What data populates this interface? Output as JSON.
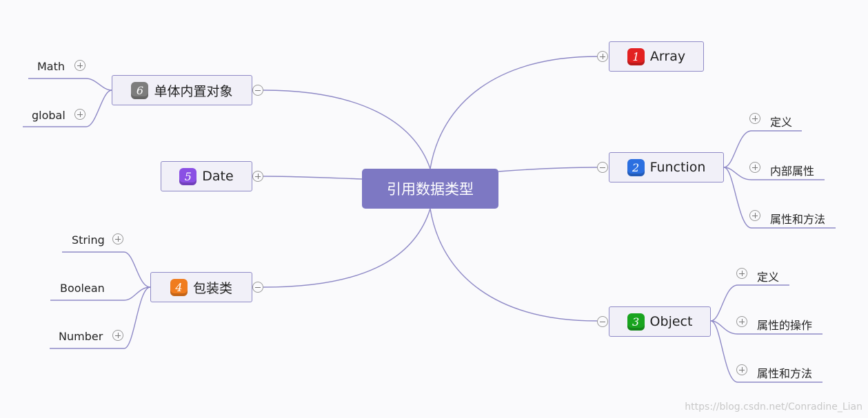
{
  "center": {
    "label": "引用数据类型"
  },
  "branches": [
    {
      "id": "array",
      "num": "1",
      "color": "#e32121",
      "label": "Array",
      "children": []
    },
    {
      "id": "function",
      "num": "2",
      "color": "#2b6fe0",
      "label": "Function",
      "children": [
        "定义",
        "内部属性",
        "属性和方法"
      ]
    },
    {
      "id": "object",
      "num": "3",
      "color": "#19a41f",
      "label": "Object",
      "children": [
        "定义",
        "属性的操作",
        "属性和方法"
      ]
    },
    {
      "id": "wrapper",
      "num": "4",
      "color": "#f07c1e",
      "label": "包装类",
      "children": [
        "String",
        "Boolean",
        "Number"
      ]
    },
    {
      "id": "date",
      "num": "5",
      "color": "#8a4fe4",
      "label": "Date",
      "children": []
    },
    {
      "id": "singleton",
      "num": "6",
      "color": "#7d7d7d",
      "label": "单体内置对象",
      "children": [
        "Math",
        "global"
      ]
    }
  ],
  "watermark": "https://blog.csdn.net/Conradine_Lian",
  "colors": {
    "line": "#8e89c6",
    "center_bg": "#7d78c3",
    "node_bg": "#f1f0f8"
  }
}
